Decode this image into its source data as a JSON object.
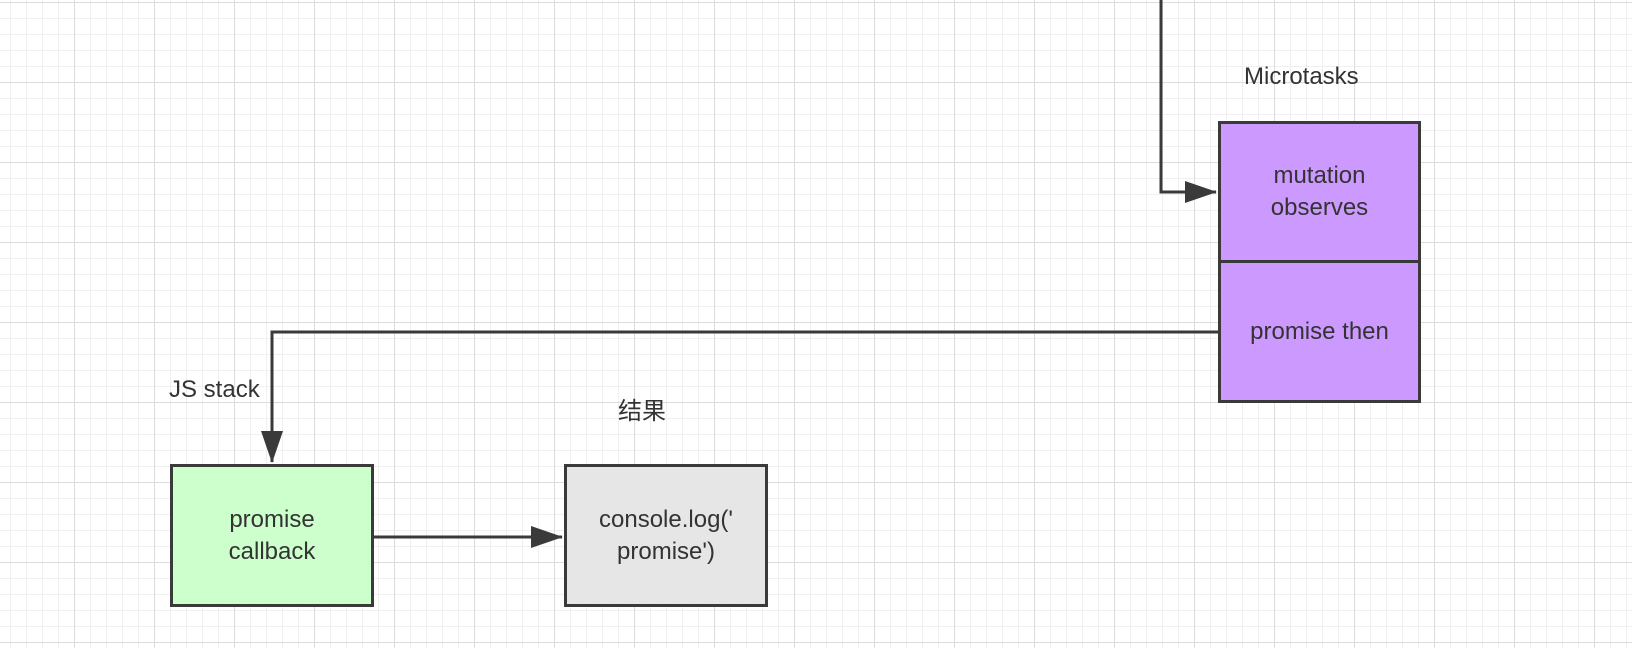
{
  "labels": {
    "microtasks": "Microtasks",
    "js_stack": "JS stack",
    "result": "结果"
  },
  "nodes": {
    "mutation_observes": "mutation\nobserves",
    "promise_then": "promise then",
    "promise_callback": "promise\ncallback",
    "console_log": "console.log('\npromise')"
  },
  "colors": {
    "microtask_fill": "#cc99ff",
    "js_stack_fill": "#ccffcc",
    "result_fill": "#e6e6e6",
    "stroke": "#3a3a3a",
    "grid": "#dcdcdc"
  }
}
